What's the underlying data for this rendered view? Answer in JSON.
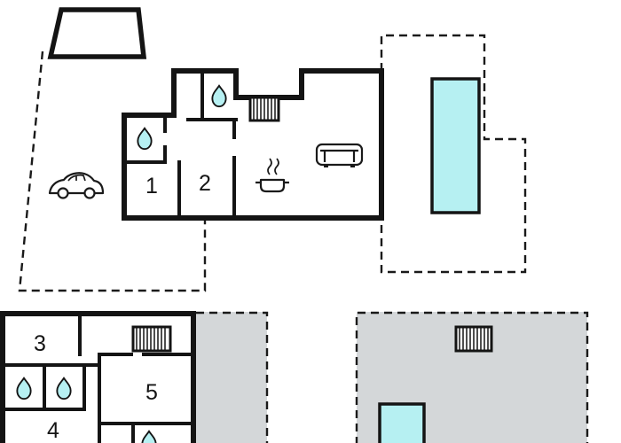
{
  "floor_plan": {
    "room_labels": {
      "room1": "1",
      "room2": "2",
      "room3": "3",
      "room4": "4",
      "room5": "5"
    },
    "colors": {
      "pool": "#b6f0f2",
      "terrace": "#d4d7d9",
      "wall": "#141414",
      "water_drop": "#b6f0f2"
    },
    "icons": {
      "bathroom": "water-drop-icon",
      "parking": "car-icon",
      "living_area": "sofa-icon",
      "kitchen": "stove-icon",
      "staircase": "stairs-icon"
    }
  }
}
